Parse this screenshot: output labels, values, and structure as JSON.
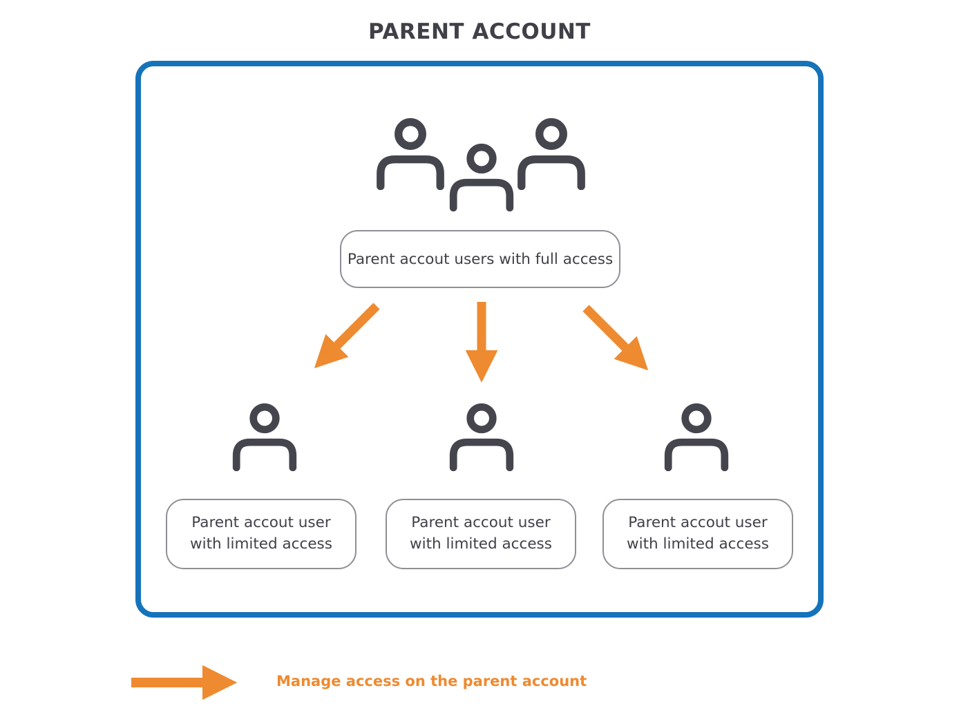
{
  "title": "PARENT ACCOUNT",
  "colors": {
    "accent_orange": "#EE8A30",
    "frame_blue": "#1573BA",
    "icon_gray": "#45454D",
    "box_border_gray": "#8F8F97",
    "text_dark": "#404048"
  },
  "icons": {
    "top": "users-group-icon",
    "bottom": "user-icon",
    "flow": [
      "down-left-arrow-icon",
      "down-arrow-icon",
      "down-right-arrow-icon"
    ],
    "legend": "right-arrow-icon"
  },
  "diagram": {
    "full_access_box": {
      "label": "Parent accout users with full access"
    },
    "limited_access_boxes": [
      {
        "line1": "Parent accout user",
        "line2": "with limited access"
      },
      {
        "line1": "Parent accout user",
        "line2": "with limited access"
      },
      {
        "line1": "Parent accout user",
        "line2": "with limited access"
      }
    ]
  },
  "legend": {
    "label": "Manage access on the parent account"
  }
}
